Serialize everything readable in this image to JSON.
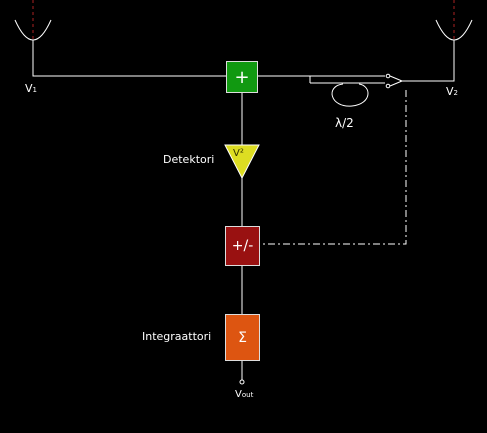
{
  "labels": {
    "v1_main": "V",
    "v1_sub": "1",
    "v2_main": "V",
    "v2_sub": "2",
    "lambda": "λ/2",
    "detector": "Detektori",
    "integrator": "Integraattori",
    "vout_main": "V",
    "vout_sub": "out"
  },
  "blocks": {
    "adder_symbol": "+",
    "squarer_symbol": "V²",
    "switcher_symbol": "+/-",
    "integrator_symbol": "Σ"
  },
  "colors": {
    "background": "#000000",
    "wire": "#ffffff",
    "adder": "#119911",
    "squarer": "#dddd22",
    "switcher": "#991111",
    "integrator": "#dd5511",
    "antenna_axis": "#aa2222"
  }
}
